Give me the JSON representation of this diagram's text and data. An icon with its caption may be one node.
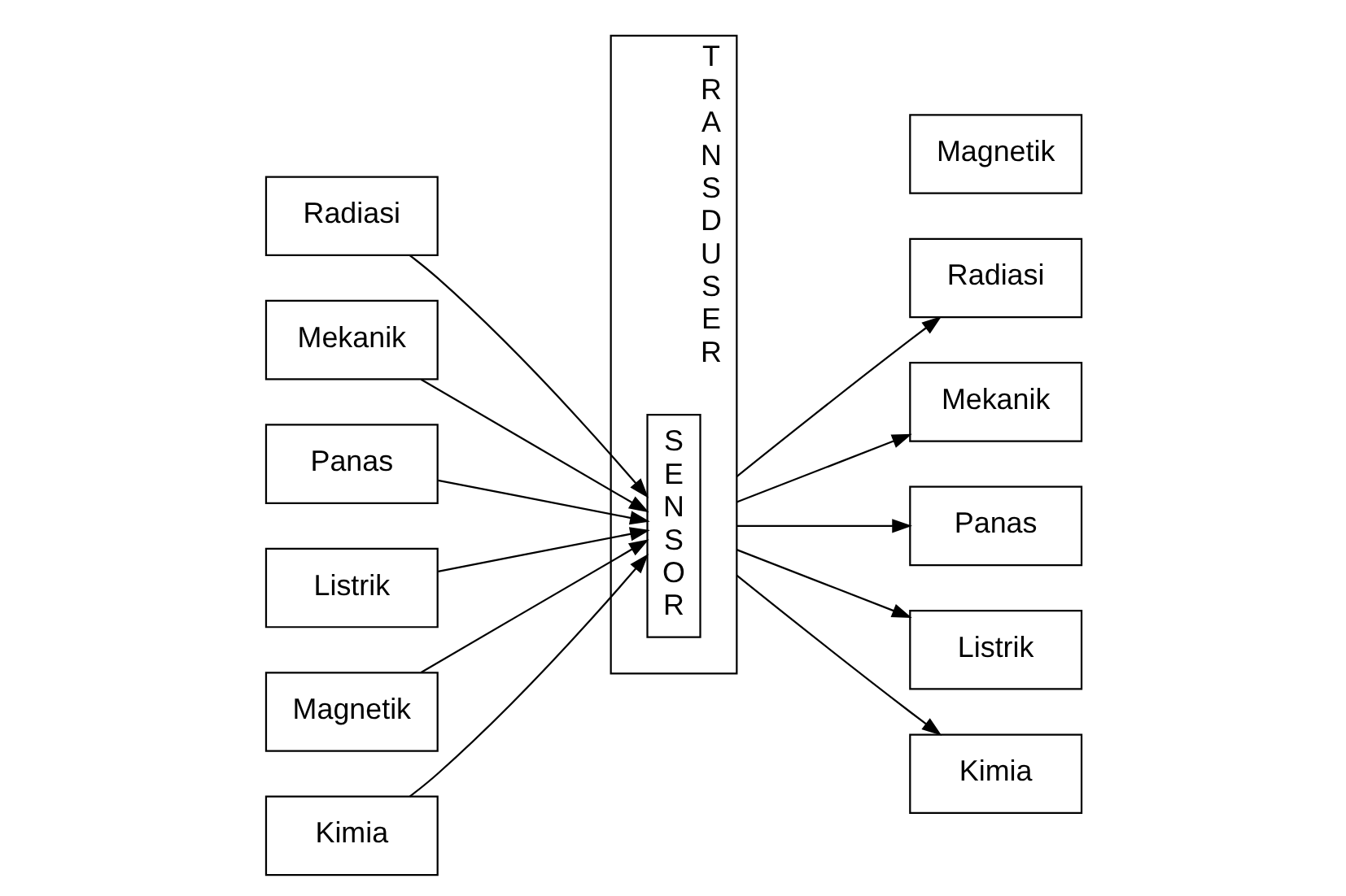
{
  "diagram": {
    "nodes": [
      {
        "text": [
          "Radiasi"
        ]
      },
      {
        "text": [
          "Mekanik"
        ]
      },
      {
        "text": [
          "Panas"
        ]
      },
      {
        "text": [
          "Listrik"
        ]
      },
      {
        "text": [
          "Magnetik"
        ]
      },
      {
        "text": [
          "Kimia"
        ]
      },
      {
        "text": [
          "TRANSDUSER"
        ]
      },
      {
        "text": [
          "SENSOR"
        ],
        "in": 6
      },
      {
        "text": [
          "Radiasi"
        ]
      },
      {
        "text": [
          "Mekanik"
        ]
      },
      {
        "text": [
          "Panas"
        ]
      },
      {
        "text": [
          "Listrik"
        ]
      },
      {
        "text": [
          "Magnetik"
        ]
      },
      {
        "text": [
          "Kimia"
        ]
      }
    ],
    "edges": [
      {
        "from": 0,
        "to": 7,
        "arrow": "to"
      },
      {
        "from": 1,
        "to": 7,
        "arrow": "to"
      },
      {
        "from": 2,
        "to": 7,
        "arrow": "to"
      },
      {
        "from": 3,
        "to": 7,
        "arrow": "to"
      },
      {
        "from": 4,
        "to": 7,
        "arrow": "to"
      },
      {
        "from": 5,
        "to": 7,
        "arrow": "to"
      },
      {
        "from": 6,
        "to": 8,
        "arrow": "to"
      },
      {
        "from": 6,
        "to": 9,
        "arrow": "to"
      },
      {
        "from": 6,
        "to": 10,
        "arrow": "to"
      },
      {
        "from": 6,
        "to": 11,
        "arrow": "to"
      },
      {
        "from": 6,
        "to": 13,
        "arrow": "to"
      }
    ]
  }
}
